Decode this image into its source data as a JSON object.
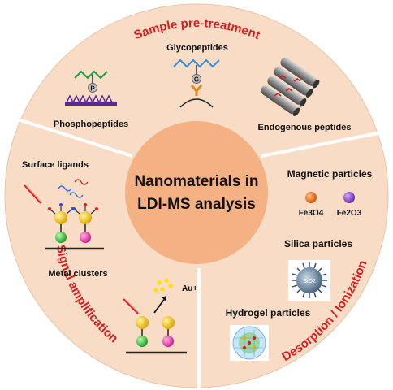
{
  "center": {
    "line1": "Nanomaterials in",
    "line2": "LDI-MS analysis"
  },
  "sections": {
    "top": "Sample pre-treatment",
    "left": "Signal amplification",
    "right": "Desorption / Ionization"
  },
  "labels": {
    "glycopeptides": "Glycopeptides",
    "phosphopeptides": "Phosphopeptides",
    "endogenous": "Endogenous  peptides",
    "surface_ligands": "Surface ligands",
    "metal_clusters": "Metal clusters",
    "magnetic": "Magnetic particles",
    "silica": "Silica particles",
    "hydrogel": "Hydrogel particles",
    "fe3o4": "Fe3O4",
    "fe2o3": "Fe2O3",
    "p_mark": "P",
    "g_mark": "G",
    "sio2": "SiO2",
    "au": "Au+"
  },
  "colors": {
    "outer_ring": "#f9dcc6",
    "center": "#f4b184",
    "section_title": "#d42020",
    "fe3o4": "#e36b12",
    "fe2o3": "#8a3fc4"
  }
}
